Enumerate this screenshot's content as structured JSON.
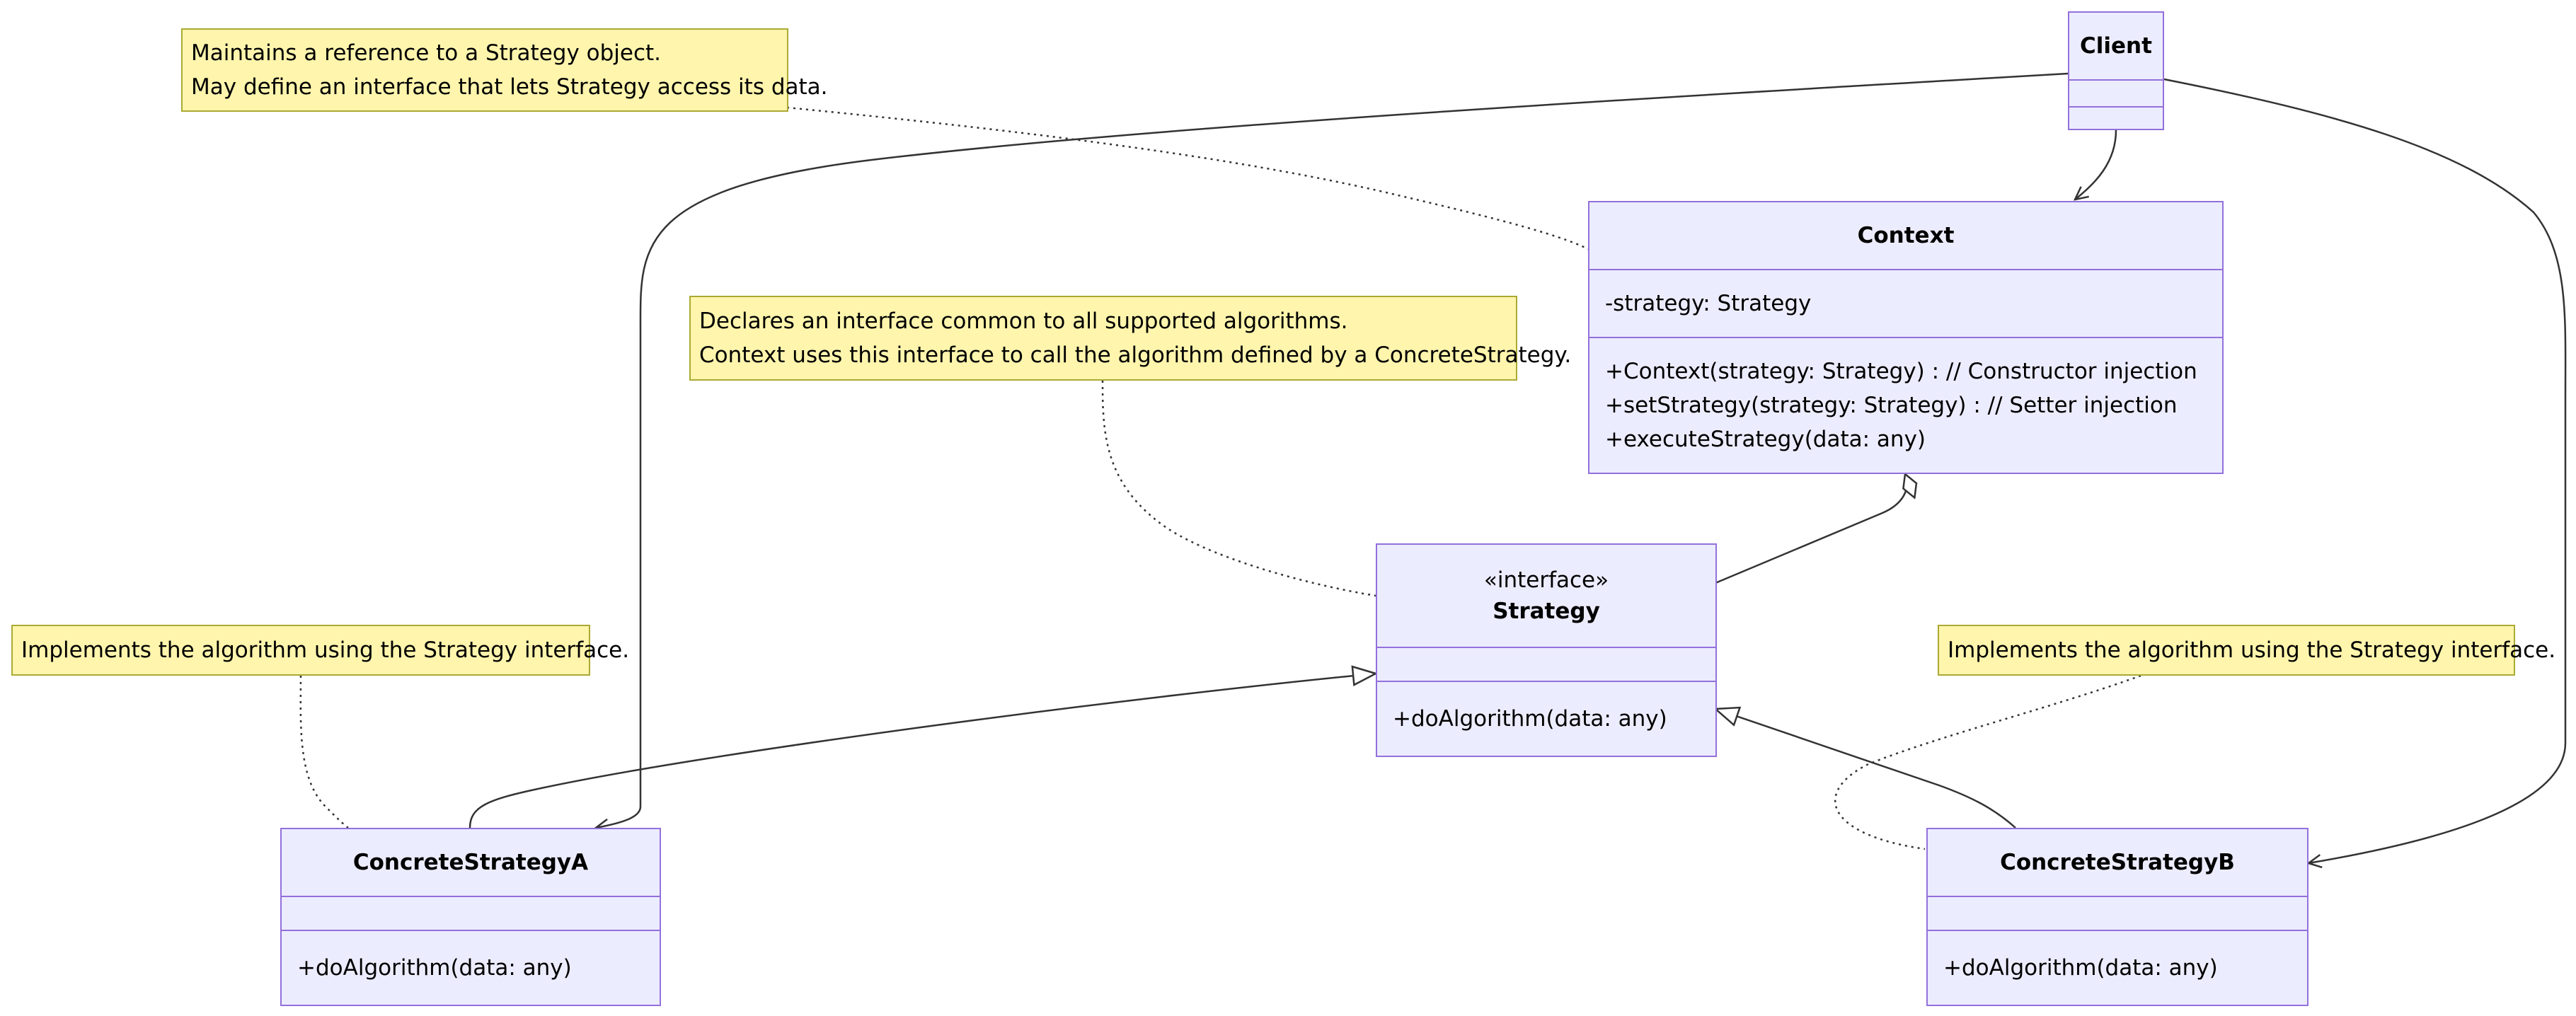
{
  "classes": {
    "client": {
      "name": "Client",
      "attributes": [],
      "methods": []
    },
    "context": {
      "name": "Context",
      "attributes": [
        "-strategy: Strategy"
      ],
      "methods": [
        "+Context(strategy: Strategy) : // Constructor injection",
        "+setStrategy(strategy: Strategy) : // Setter injection",
        "+executeStrategy(data: any)"
      ]
    },
    "strategy": {
      "stereotype": "«interface»",
      "name": "Strategy",
      "attributes": [],
      "methods": [
        "+doAlgorithm(data: any)"
      ]
    },
    "concrete_a": {
      "name": "ConcreteStrategyA",
      "attributes": [],
      "methods": [
        "+doAlgorithm(data: any)"
      ]
    },
    "concrete_b": {
      "name": "ConcreteStrategyB",
      "attributes": [],
      "methods": [
        "+doAlgorithm(data: any)"
      ]
    }
  },
  "notes": {
    "context_note": [
      "Maintains a reference to a Strategy object.",
      "May define an interface that lets Strategy access its data."
    ],
    "strategy_note": [
      "Declares an interface common to all supported algorithms.",
      "Context uses this interface to call the algorithm defined by a ConcreteStrategy."
    ],
    "concrete_a_note": [
      "Implements the algorithm using the Strategy interface."
    ],
    "concrete_b_note": [
      "Implements the algorithm using the Strategy interface."
    ]
  },
  "colors": {
    "class_fill": "#ececff",
    "class_border": "#9370db",
    "note_fill": "#fff5ad",
    "note_border": "#aaaa33",
    "edge": "#333333"
  }
}
